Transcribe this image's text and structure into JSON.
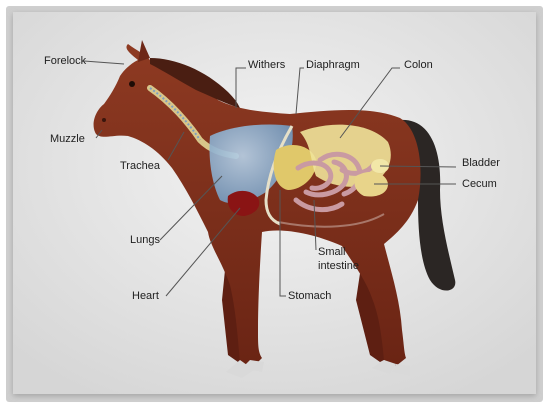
{
  "diagram": {
    "labels": {
      "forelock": "Forelock",
      "withers": "Withers",
      "diaphragm": "Diaphragm",
      "colon": "Colon",
      "muzzle": "Muzzle",
      "trachea": "Trachea",
      "bladder": "Bladder",
      "cecum": "Cecum",
      "lungs": "Lungs",
      "small_intestine_line1": "Small",
      "small_intestine_line2": "intestine",
      "heart": "Heart",
      "stomach": "Stomach"
    },
    "colors": {
      "panel": "#e4e4e4",
      "body": "#7e2f1b",
      "mane": "#4a1e12",
      "tail": "#2b2624",
      "lungs": "#8fb4d4",
      "heart": "#8a1414",
      "trachea": "#d8c68a",
      "stomach": "#e0c86a",
      "intestine": "#c99aa2",
      "colon": "#f0e39a",
      "hoof": "#d9d9d9"
    }
  }
}
